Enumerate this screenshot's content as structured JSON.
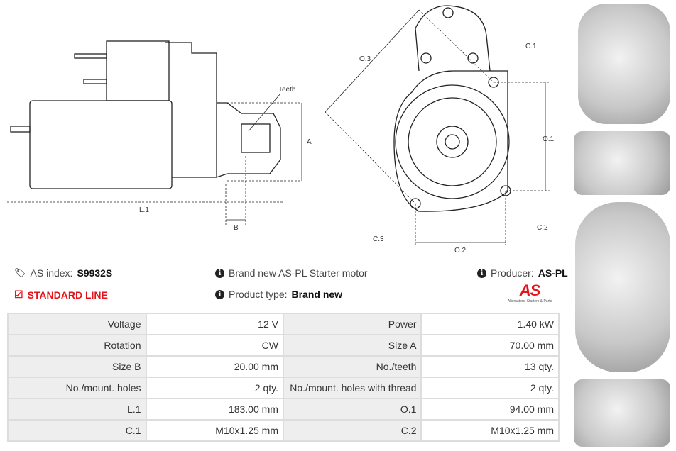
{
  "diagram_labels": {
    "teeth": "Teeth",
    "a": "A",
    "b": "B",
    "l1": "L.1",
    "o1": "O.1",
    "o2": "O.2",
    "o3": "O.3",
    "c1": "C.1",
    "c2": "C.2",
    "c3": "C.3"
  },
  "info": {
    "as_index_label": "AS index:",
    "as_index_value": "S9932S",
    "standard_line": "STANDARD LINE",
    "description": "Brand new AS-PL Starter motor",
    "product_type_label": "Product type:",
    "product_type_value": "Brand new",
    "producer_label": "Producer:",
    "producer_value": "AS-PL"
  },
  "logo": {
    "text": "AS",
    "tagline": "Alternators, Starters & Parts",
    "color": "#e4141b"
  },
  "specs": [
    [
      {
        "label": "Voltage",
        "value": "12 V"
      },
      {
        "label": "Power",
        "value": "1.40 kW"
      }
    ],
    [
      {
        "label": "Rotation",
        "value": "CW"
      },
      {
        "label": "Size A",
        "value": "70.00 mm"
      }
    ],
    [
      {
        "label": "Size B",
        "value": "20.00 mm"
      },
      {
        "label": "No./teeth",
        "value": "13 qty."
      }
    ],
    [
      {
        "label": "No./mount. holes",
        "value": "2 qty."
      },
      {
        "label": "No./mount. holes with thread",
        "value": "2 qty."
      }
    ],
    [
      {
        "label": "L.1",
        "value": "183.00 mm"
      },
      {
        "label": "O.1",
        "value": "94.00 mm"
      }
    ],
    [
      {
        "label": "C.1",
        "value": "M10x1.25 mm"
      },
      {
        "label": "C.2",
        "value": "M10x1.25 mm"
      }
    ]
  ]
}
